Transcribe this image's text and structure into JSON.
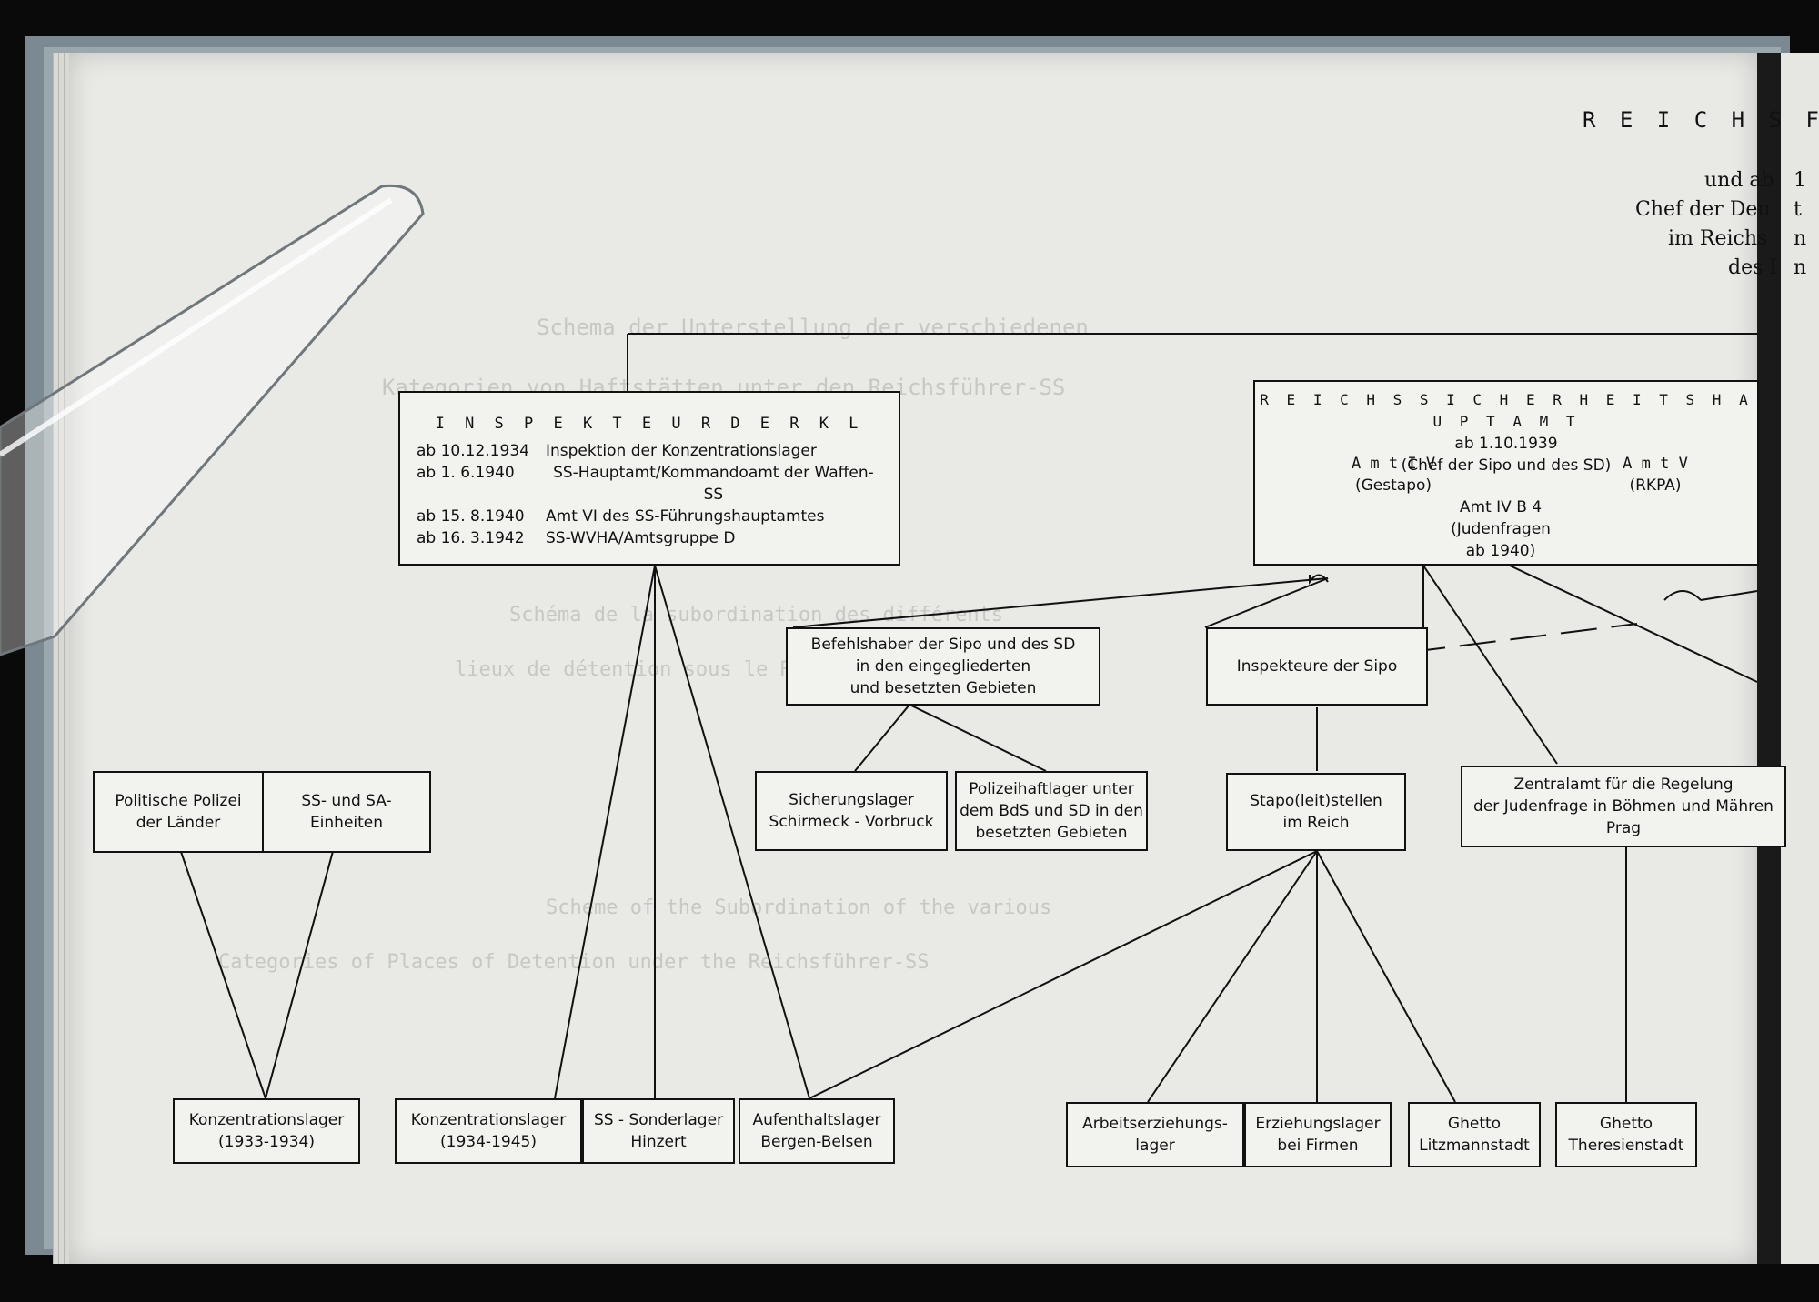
{
  "header": {
    "title": "R E I C H S F",
    "right_lines": [
      "und ab",
      "Chef der Deu",
      "im Reichs",
      "des I"
    ],
    "edge_lines": [
      "1",
      "t",
      "n",
      "n"
    ]
  },
  "bleed_through": {
    "title_de": "Schema der Unterstellung der verschiedenen",
    "subtitle_de": "Kategorien von Haftstätten unter den Reichsführer-SS",
    "title_fr": "Schéma de la subordination des différents",
    "subtitle_fr": "lieux de détention sous le Reichsführer-SS",
    "title_en": "Scheme of the Subordination of the various",
    "subtitle_en": "Categories of Places of Detention under the Reichsführer-SS"
  },
  "diagram": {
    "inspekteur": {
      "title": "I N S P E K T E U R   D E R   K L",
      "rows": [
        {
          "date": "ab 10.12.1934",
          "text": "Inspektion der Konzentrationslager"
        },
        {
          "date": "ab  1. 6.1940",
          "text": "SS-Hauptamt/Kommandoamt der Waffen-SS"
        },
        {
          "date": "ab 15. 8.1940",
          "text": "Amt VI des SS-Führungshauptamtes"
        },
        {
          "date": "ab 16. 3.1942",
          "text": "SS-WVHA/Amtsgruppe D"
        }
      ]
    },
    "rsha": {
      "title": "R E I C H S S I C H E R H E I T S H A U P T A M T",
      "since": "ab 1.10.1939",
      "chef": "(Chef der Sipo und des SD)",
      "amt4": "A m t  I V",
      "amt4_sub": "(Gestapo)",
      "amt5": "A m t  V",
      "amt5_sub": "(RKPA)",
      "amt4b4": "Amt IV B 4",
      "judenfragen": "(Judenfragen",
      "ab1940": "ab 1940)"
    },
    "befehlshaber": [
      "Befehlshaber der  Sipo und des SD",
      "in den eingegliederten",
      "und besetzten Gebieten"
    ],
    "inspekteure_sipo": "Inspekteure der Sipo",
    "politische_polizei": [
      "Politische Polizei",
      "der Länder"
    ],
    "ss_sa": [
      "SS-  und SA-",
      "Einheiten"
    ],
    "sicherungslager": [
      "Sicherungslager",
      "Schirmeck  - Vorbruck"
    ],
    "polizeihaftlager": [
      "Polizeihaftlager unter",
      "dem BdS und SD in den",
      "besetzten Gebieten"
    ],
    "stapo": [
      "Stapo(leit)stellen",
      "im Reich"
    ],
    "zentralamt": [
      "Zentralamt für die Regelung",
      "der Judenfrage in Böhmen und Mähren",
      "Prag"
    ],
    "kl1": [
      "Konzentrationslager",
      "(1933-1934)"
    ],
    "kl2": [
      "Konzentrationslager",
      "(1934-1945)"
    ],
    "ss_sonderlager": [
      "SS  - Sonderlager",
      "Hinzert"
    ],
    "aufenthaltslager": [
      "Aufenthaltslager",
      "Bergen-Belsen"
    ],
    "arbeitserziehungslager": [
      "Arbeitserziehungs-",
      "lager"
    ],
    "erziehungslager": [
      "Erziehungslager",
      "bei Firmen"
    ],
    "ghetto_litz": [
      "Ghetto",
      "Litzmannstadt"
    ],
    "ghetto_ther": [
      "Ghetto",
      "Theresienstadt"
    ]
  }
}
